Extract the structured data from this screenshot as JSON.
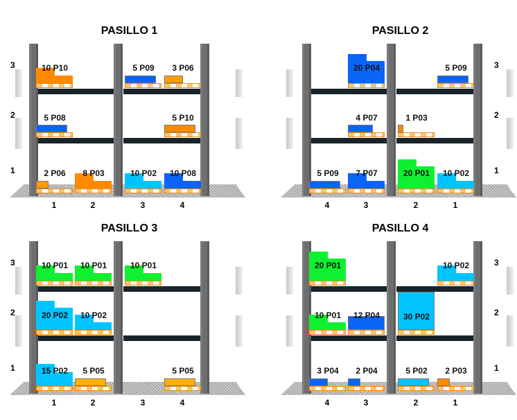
{
  "colors": {
    "P10": "#ff8a00",
    "P06": "#ff9c00",
    "P03": "#ff8a00",
    "P09": "#0a64f5",
    "P08": "#0a64f5",
    "P04": "#0a64f5",
    "P07": "#0a64f5",
    "P02": "#00c4ff",
    "P01": "#10f030",
    "P05": "#ffb000"
  },
  "aisles": [
    {
      "title": "PASILLO 1",
      "mirrored": false,
      "levels": [
        "3",
        "2",
        "1"
      ],
      "columns": [
        "1",
        "2",
        "3",
        "4"
      ],
      "loads": [
        {
          "level": "3",
          "column": "1",
          "label": "10 P10",
          "product": "P10",
          "shape": "step"
        },
        {
          "level": "3",
          "column": "3",
          "label": "5 P09",
          "product": "P09",
          "shape": "wide"
        },
        {
          "level": "3",
          "column": "4",
          "label": "3 P06",
          "product": "P06",
          "shape": "half"
        },
        {
          "level": "2",
          "column": "1",
          "label": "5 P08",
          "product": "P08",
          "shape": "wide"
        },
        {
          "level": "2",
          "column": "4",
          "label": "5 P10",
          "product": "P10",
          "shape": "wide"
        },
        {
          "level": "1",
          "column": "1",
          "label": "2 P06",
          "product": "P06",
          "shape": "quarter"
        },
        {
          "level": "1",
          "column": "2",
          "label": "8 P03",
          "product": "P03",
          "shape": "step"
        },
        {
          "level": "1",
          "column": "3",
          "label": "10 P02",
          "product": "P02",
          "shape": "step"
        },
        {
          "level": "1",
          "column": "4",
          "label": "10 P08",
          "product": "P08",
          "shape": "step"
        }
      ]
    },
    {
      "title": "PASILLO 2",
      "mirrored": true,
      "levels": [
        "3",
        "2",
        "1"
      ],
      "columns": [
        "4",
        "3",
        "2",
        "1"
      ],
      "loads": [
        {
          "level": "3",
          "column": "3",
          "label": "20 P04",
          "product": "P04",
          "shape": "tall-step"
        },
        {
          "level": "3",
          "column": "1",
          "label": "5 P09",
          "product": "P09",
          "shape": "wide"
        },
        {
          "level": "2",
          "column": "3",
          "label": "4 P07",
          "product": "P07",
          "shape": "mid"
        },
        {
          "level": "2",
          "column": "2",
          "label": "1 P03",
          "product": "P03",
          "shape": "tiny"
        },
        {
          "level": "1",
          "column": "4",
          "label": "5 P09",
          "product": "P09",
          "shape": "wide"
        },
        {
          "level": "1",
          "column": "3",
          "label": "7 P07",
          "product": "P07",
          "shape": "step"
        },
        {
          "level": "1",
          "column": "2",
          "label": "20 P01",
          "product": "P01",
          "shape": "tall-step"
        },
        {
          "level": "1",
          "column": "1",
          "label": "10 P02",
          "product": "P02",
          "shape": "step"
        }
      ]
    },
    {
      "title": "PASILLO 3",
      "mirrored": false,
      "levels": [
        "3",
        "2",
        "1"
      ],
      "columns": [
        "1",
        "2",
        "3",
        "4"
      ],
      "loads": [
        {
          "level": "3",
          "column": "1",
          "label": "10 P01",
          "product": "P01",
          "shape": "step"
        },
        {
          "level": "3",
          "column": "2",
          "label": "10 P01",
          "product": "P01",
          "shape": "step"
        },
        {
          "level": "3",
          "column": "3",
          "label": "10 P01",
          "product": "P01",
          "shape": "step"
        },
        {
          "level": "2",
          "column": "1",
          "label": "20 P02",
          "product": "P02",
          "shape": "tall-step"
        },
        {
          "level": "2",
          "column": "2",
          "label": "10 P02",
          "product": "P02",
          "shape": "step"
        },
        {
          "level": "1",
          "column": "1",
          "label": "15 P02",
          "product": "P02",
          "shape": "mid-step"
        },
        {
          "level": "1",
          "column": "2",
          "label": "5 P05",
          "product": "P05",
          "shape": "wide"
        },
        {
          "level": "1",
          "column": "4",
          "label": "5 P05",
          "product": "P05",
          "shape": "wide"
        }
      ]
    },
    {
      "title": "PASILLO 4",
      "mirrored": true,
      "levels": [
        "3",
        "2",
        "1"
      ],
      "columns": [
        "4",
        "3",
        "2",
        "1"
      ],
      "loads": [
        {
          "level": "3",
          "column": "4",
          "label": "20 P01",
          "product": "P01",
          "shape": "tall-step"
        },
        {
          "level": "3",
          "column": "1",
          "label": "10 P02",
          "product": "P02",
          "shape": "step"
        },
        {
          "level": "2",
          "column": "4",
          "label": "10 P01",
          "product": "P01",
          "shape": "step"
        },
        {
          "level": "2",
          "column": "3",
          "label": "12 P04",
          "product": "P04",
          "shape": "block"
        },
        {
          "level": "2",
          "column": "2",
          "label": "30 P02",
          "product": "P02",
          "shape": "cube"
        },
        {
          "level": "1",
          "column": "4",
          "label": "3 P04",
          "product": "P04",
          "shape": "half"
        },
        {
          "level": "1",
          "column": "3",
          "label": "2 P04",
          "product": "P04",
          "shape": "quarter"
        },
        {
          "level": "1",
          "column": "2",
          "label": "5 P02",
          "product": "P02",
          "shape": "wide"
        },
        {
          "level": "1",
          "column": "1",
          "label": "2 P03",
          "product": "P03",
          "shape": "quarter"
        }
      ]
    }
  ]
}
